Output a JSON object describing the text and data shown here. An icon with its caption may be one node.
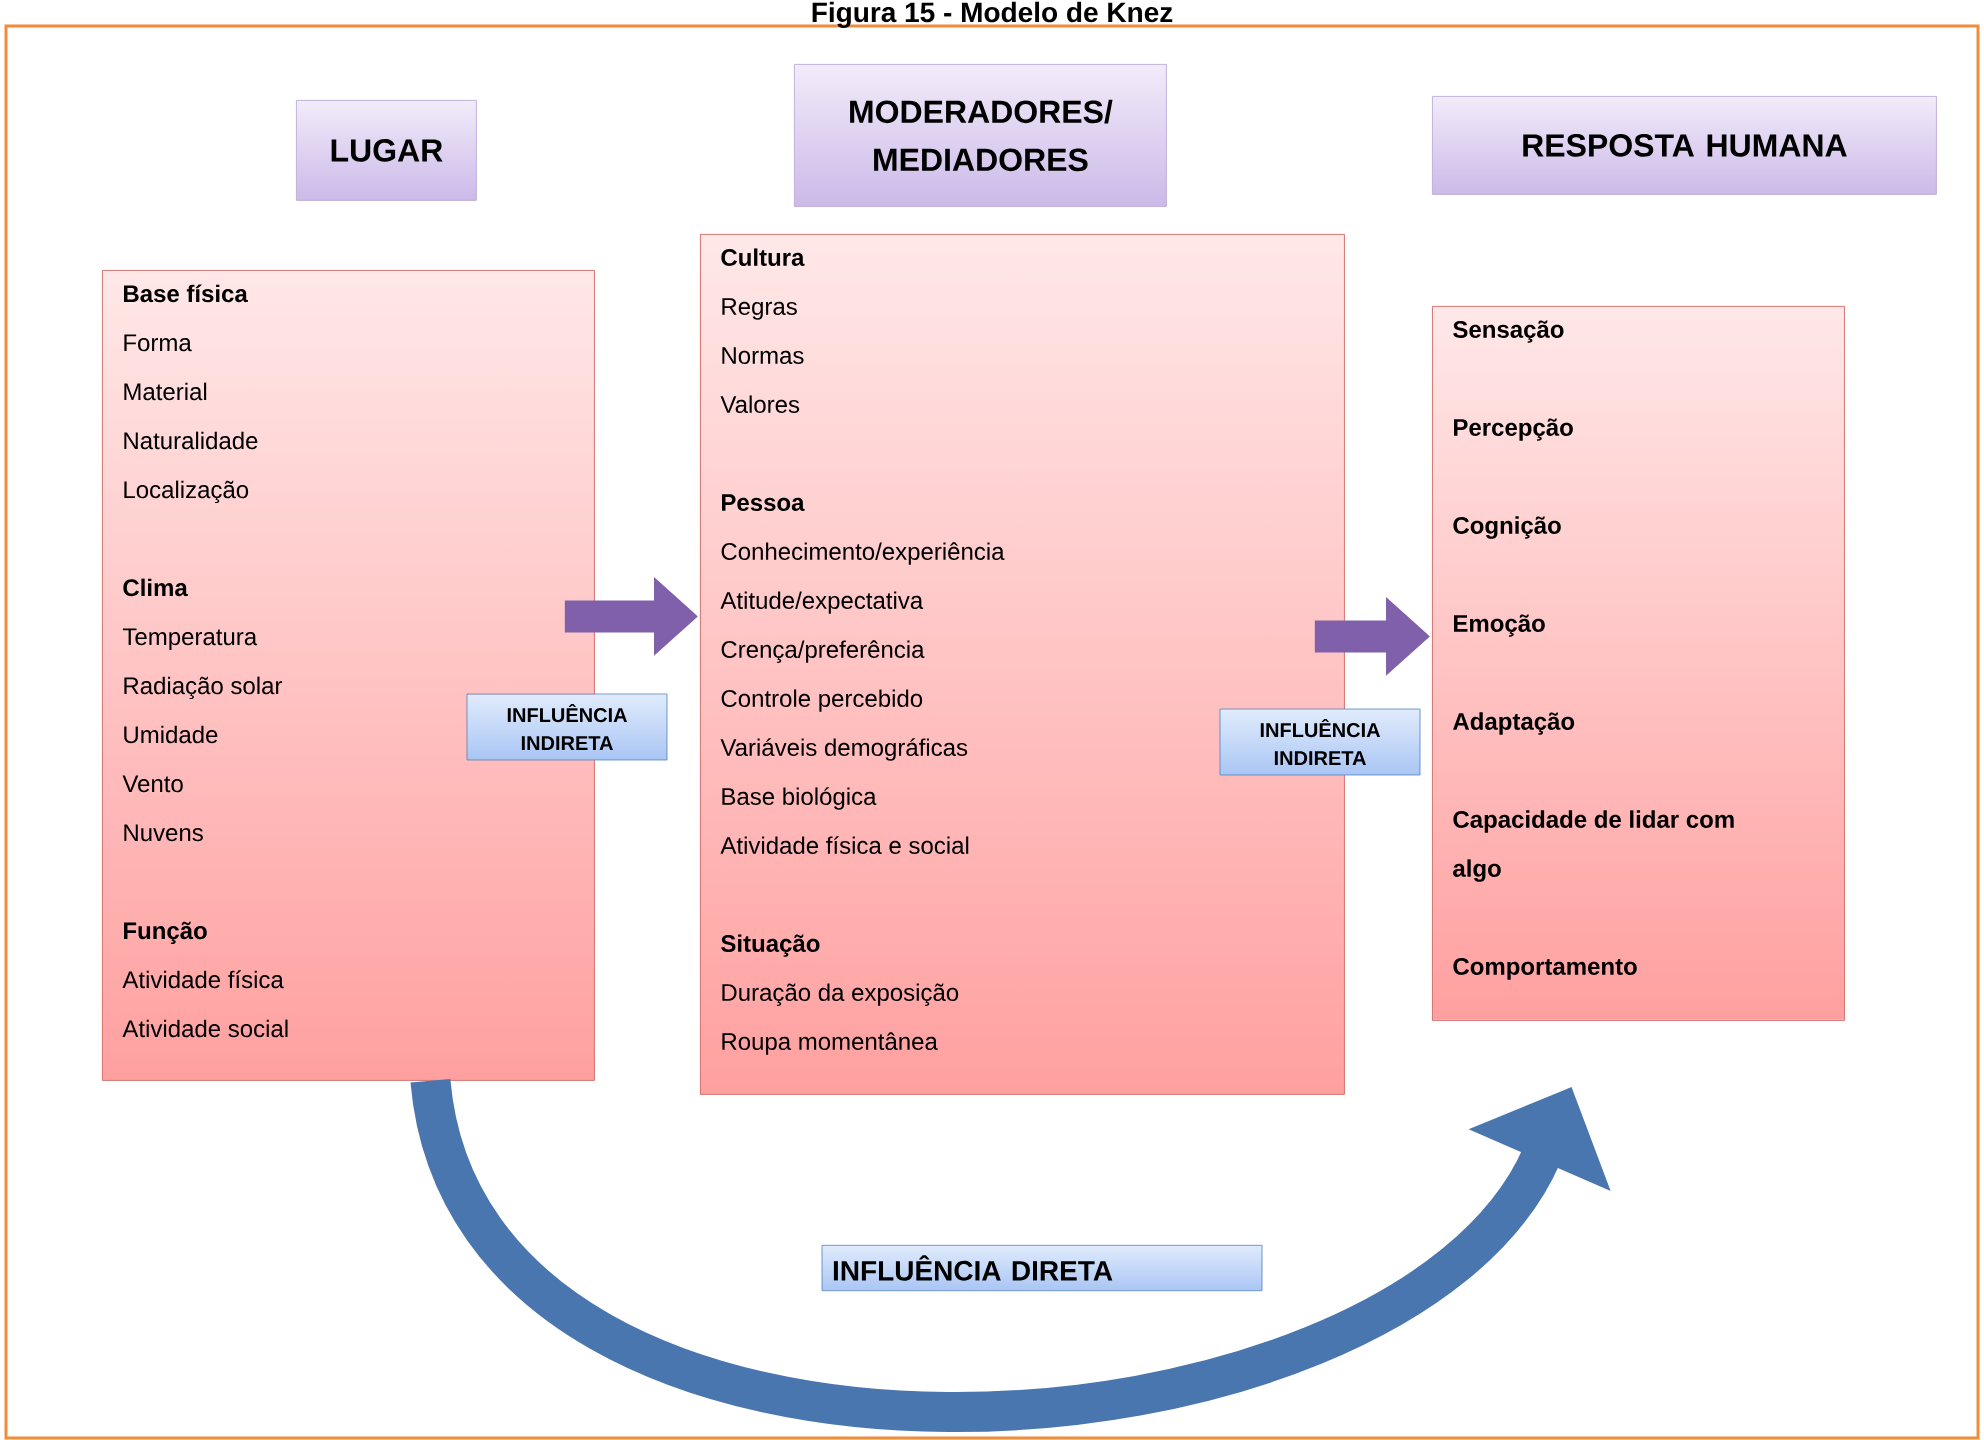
{
  "diagram": {
    "title": "Figura 15 - Modelo de Knez",
    "nodes": [
      {
        "text": [
          "LUGAR"
        ]
      },
      {
        "text": [
          "MODERADORES/ MEDIADORES"
        ]
      },
      {
        "text": [
          "RESPOSTA HUMANA"
        ]
      },
      {
        "text": [
          "Base física",
          "Forma",
          "Material",
          "Naturalidade",
          "Localização",
          "Clima",
          "Temperatura",
          "Radiação solar",
          "Umidade",
          "Vento",
          "Nuvens",
          "Função",
          "Atividade física",
          "Atividade social"
        ]
      },
      {
        "text": [
          "Cultura",
          "Regras",
          "Normas",
          "Valores",
          "Pessoa",
          "Conhecimento/experiência",
          "Atitude/expectativa",
          "Crença/preferência",
          "Controle percebido",
          "Variáveis demográficas",
          "Base biológica",
          "Atividade física e social",
          "Situação",
          "Duração da exposição",
          "Roupa momentânea"
        ]
      },
      {
        "text": [
          "Sensação",
          "Percepção",
          "Cognição",
          "Emoção",
          "Adaptação",
          "Capacidade de lidar com algo",
          "Comportamento"
        ]
      }
    ],
    "edges": [
      {
        "from": 3,
        "to": 4,
        "arrow": "to",
        "label": "INFLUÊNCIA INDIRETA"
      },
      {
        "from": 4,
        "to": 5,
        "arrow": "to",
        "label": "INFLUÊNCIA INDIRETA"
      },
      {
        "from": 3,
        "to": 5,
        "arrow": "to",
        "label": "INFLUÊNCIA DIRETA",
        "color": "#4a76b0"
      }
    ]
  }
}
